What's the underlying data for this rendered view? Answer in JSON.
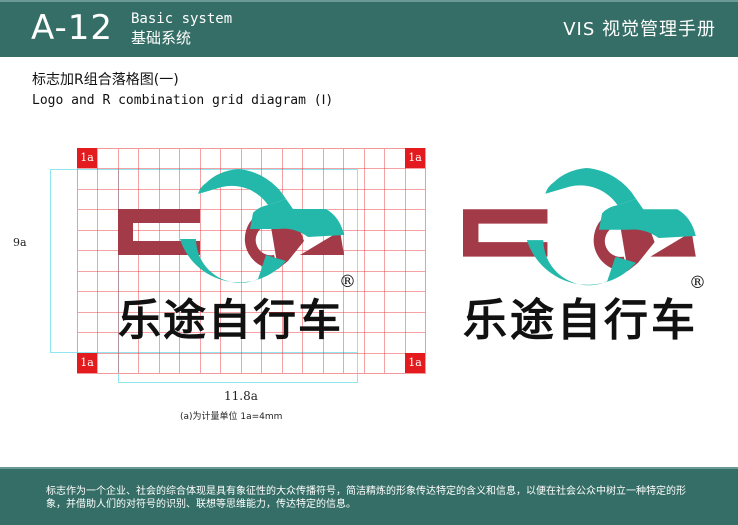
{
  "header": {
    "code": "A-12",
    "section_en": "Basic system",
    "section_zh": "基础系统",
    "manual_title": "VIS 视觉管理手册"
  },
  "page": {
    "title_zh": "标志加R组合落格图(一)",
    "title_en": "Logo and R combination grid diagram (Ⅰ)"
  },
  "grid_diagram": {
    "height_label": "9a",
    "width_label": "11.8a",
    "unit_note": "(a)为计量单位 1a=4mm",
    "corner_tags": [
      "1a",
      "1a",
      "1a",
      "1a"
    ],
    "columns": 17,
    "rows": 11,
    "grid_color": "#e8262b",
    "guide_color": "#8fe6ee"
  },
  "logo": {
    "name_zh": "乐途自行车",
    "registered_mark": "®",
    "colors": {
      "maroon": "#a33a48",
      "teal": "#23b8aa",
      "text": "#111111"
    }
  },
  "footer": {
    "description": "标志作为一个企业、社会的综合体现是具有象征性的大众传播符号，简洁精炼的形象传达特定的含义和信息，以便在社会公众中树立一种特定的形象，并借助人们的对符号的识别、联想等思维能力，传达特定的信息。"
  }
}
